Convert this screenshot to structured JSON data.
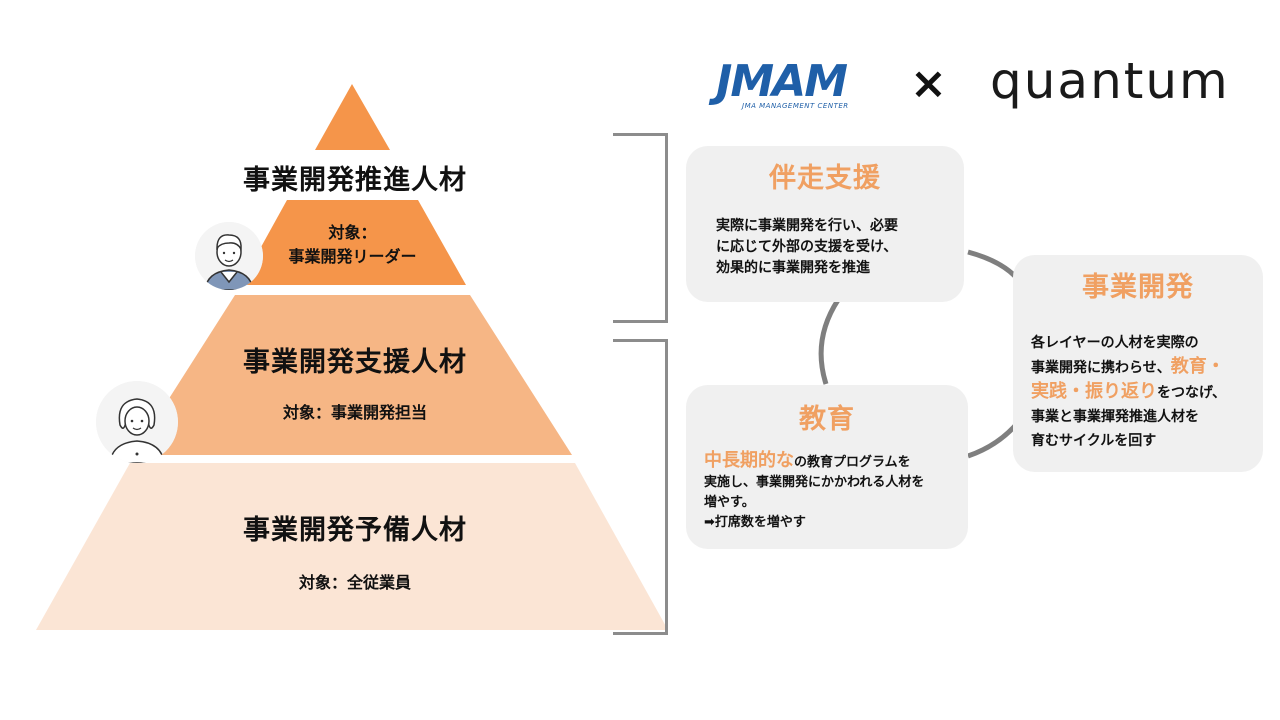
{
  "logos": {
    "jmam": "JMAM",
    "jmam_sub": "JMA MANAGEMENT CENTER",
    "times": "×",
    "quantum": "quantum"
  },
  "pyramid": {
    "tiers": [
      {
        "title": "事業開発推進人材",
        "target_line1": "対象：",
        "target_line2": "事業開発リーダー",
        "color": "#f5954a"
      },
      {
        "title": "事業開発支援人材",
        "target": "対象：事業開発担当",
        "color": "#f6b685"
      },
      {
        "title": "事業開発予備人材",
        "target": "対象：全従業員",
        "color": "#fbe5d5"
      }
    ]
  },
  "boxes": {
    "support": {
      "title": "伴走支援",
      "lines": [
        "実際に事業開発を行い、必要",
        "に応じて外部の支援を受け、",
        "効果的に事業開発を推進"
      ]
    },
    "development": {
      "title": "事業開発",
      "line1": "各レイヤーの人材を実際の",
      "line2a": "事業開発に携わらせ、",
      "line2b": "教育・",
      "line3a": "実践・振り返り",
      "line3b": "をつなげ、",
      "line4": "事業と事業揮発推進人材を",
      "line5": "育むサイクルを回す"
    },
    "education": {
      "title": "教育",
      "hl": "中長期的な",
      "line1b": "の教育プログラムを",
      "line2": "実施し、事業開発にかかわれる人材を",
      "line3": "増やす。",
      "line4": "➡打席数を増やす"
    }
  },
  "colors": {
    "accent": "#f0a062",
    "box_bg": "#f0f0f0",
    "bracket": "#8c8c8c",
    "cycle": "#7f7f7f"
  }
}
